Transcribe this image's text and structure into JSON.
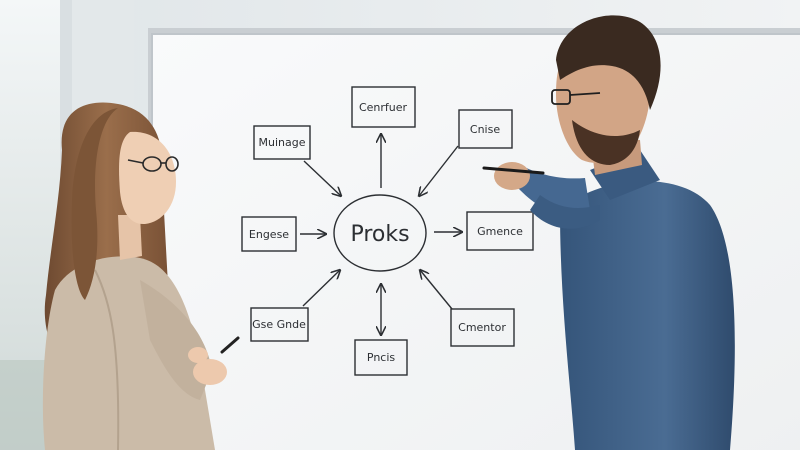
{
  "whiteboard": {
    "center": "Proks",
    "nodes": {
      "top": "Cenrfuer",
      "top_left": "Muinage",
      "top_right": "Cnise",
      "left": "Engese",
      "right": "Gmence",
      "bottom_left": "Gse Gnde",
      "bottom": "Pncis",
      "bottom_right": "Cmentor"
    }
  },
  "colors": {
    "marker": "#2c2f33",
    "board": "#f6f7f8",
    "wall": "#eef1f3",
    "shirt": "#3d5f86",
    "blazer": "#cbbba8",
    "hair_woman": "#8a5f3f",
    "hair_man": "#3a2a20"
  }
}
